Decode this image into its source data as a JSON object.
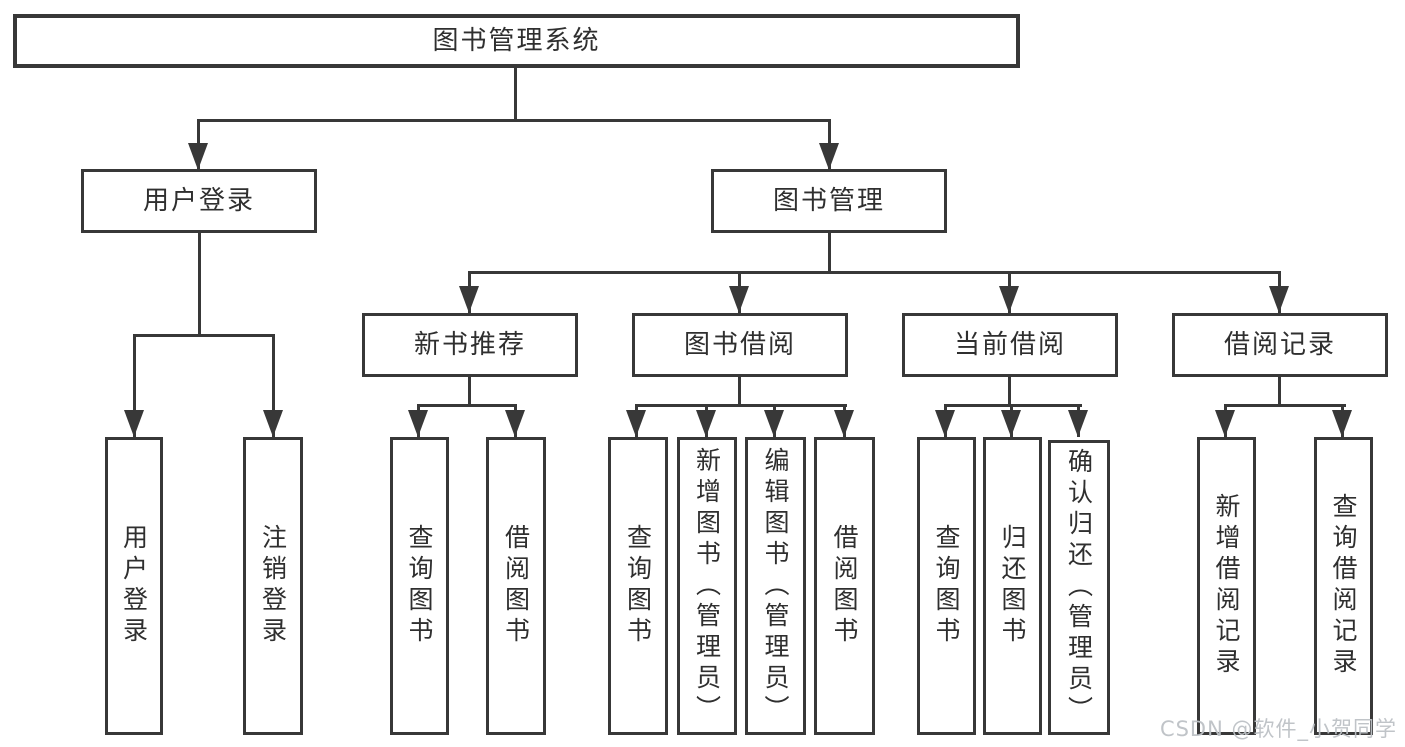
{
  "tree": {
    "root": "图书管理系统",
    "user_login": {
      "label": "用户登录",
      "children": [
        "用户登录",
        "注销登录"
      ]
    },
    "book_management": {
      "label": "图书管理",
      "groups": [
        {
          "label": "新书推荐",
          "children": [
            "查询图书",
            "借阅图书"
          ]
        },
        {
          "label": "图书借阅",
          "children": [
            "查询图书",
            "新增图书（管理员）",
            "编辑图书（管理员）",
            "借阅图书"
          ]
        },
        {
          "label": "当前借阅",
          "children": [
            "查询图书",
            "归还图书",
            "确认归还（管理员）"
          ]
        },
        {
          "label": "借阅记录",
          "children": [
            "新增借阅记录",
            "查询借阅记录"
          ]
        }
      ]
    }
  },
  "watermark": "CSDN @软件_小贺同学",
  "colors": {
    "line": "#383838",
    "text": "#2f2f2f",
    "background": "#ffffff",
    "watermark": "#bdc1c6"
  }
}
